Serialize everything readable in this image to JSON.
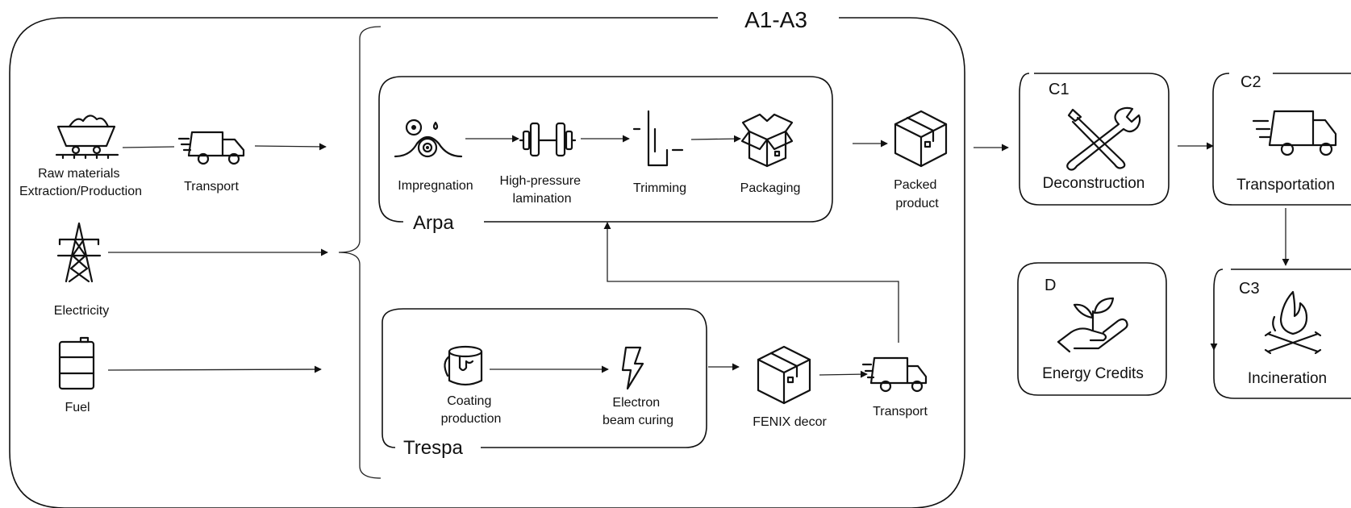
{
  "title": "A1-A3",
  "inputs": {
    "raw_materials": [
      "Raw materials",
      "Extraction/Production"
    ],
    "transport": "Transport",
    "electricity": "Electricity",
    "fuel": "Fuel"
  },
  "arpa": {
    "name": "Arpa",
    "steps": {
      "impregnation": "Impregnation",
      "hpl": [
        "High-pressure",
        "lamination"
      ],
      "trimming": "Trimming",
      "packaging": "Packaging"
    }
  },
  "packed_product": [
    "Packed",
    "product"
  ],
  "trespa": {
    "name": "Trespa",
    "steps": {
      "coating": [
        "Coating",
        "production"
      ],
      "ebc": [
        "Electron",
        "beam curing"
      ]
    }
  },
  "fenix_decor": "FENIX decor",
  "transport2": "Transport",
  "stages": {
    "c1": {
      "tag": "C1",
      "label": "Deconstruction"
    },
    "c2": {
      "tag": "C2",
      "label": "Transportation"
    },
    "c3": {
      "tag": "C3",
      "label": "Incineration"
    },
    "d": {
      "tag": "D",
      "label": "Energy Credits"
    }
  }
}
